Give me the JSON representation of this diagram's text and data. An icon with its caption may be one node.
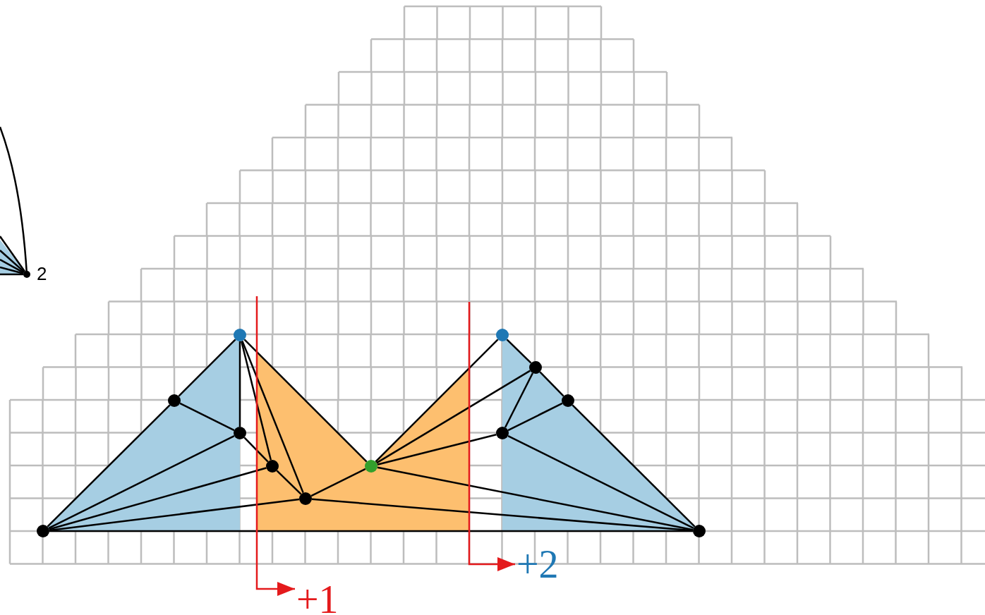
{
  "diagram": {
    "nodes": [
      {
        "text": [],
        "shape": "circle",
        "beside": [
          "2"
        ]
      },
      {
        "text": [],
        "shape": "circle"
      },
      {
        "text": [],
        "shape": "circle"
      },
      {
        "text": [],
        "shape": "circle"
      },
      {
        "text": [],
        "shape": "circle"
      },
      {
        "text": [],
        "shape": "circle"
      },
      {
        "text": [],
        "shape": "circle"
      },
      {
        "text": [],
        "shape": "circle"
      },
      {
        "text": [],
        "shape": "circle"
      },
      {
        "text": [],
        "shape": "circle"
      },
      {
        "text": [],
        "shape": "circle"
      },
      {
        "text": [],
        "shape": "circle"
      },
      {
        "text": [],
        "shape": "circle"
      },
      {
        "text": [
          "+2"
        ]
      },
      {
        "text": [
          "+1"
        ]
      }
    ],
    "edges": [
      {
        "from": 11,
        "to": 12,
        "arrow": "none"
      },
      {
        "from": 11,
        "to": 4,
        "arrow": "none"
      },
      {
        "from": 4,
        "to": 1,
        "arrow": "none"
      },
      {
        "from": 1,
        "to": 6,
        "arrow": "none"
      },
      {
        "from": 4,
        "to": 6,
        "arrow": "none"
      },
      {
        "from": 11,
        "to": 6,
        "arrow": "none"
      },
      {
        "from": 11,
        "to": 8,
        "arrow": "none"
      },
      {
        "from": 11,
        "to": 10,
        "arrow": "none"
      },
      {
        "from": 6,
        "to": 8,
        "arrow": "none"
      },
      {
        "from": 8,
        "to": 10,
        "arrow": "none"
      },
      {
        "from": 1,
        "to": 8,
        "arrow": "none"
      },
      {
        "from": 1,
        "to": 10,
        "arrow": "none"
      },
      {
        "from": 1,
        "to": 9,
        "arrow": "none"
      },
      {
        "from": 10,
        "to": 9,
        "arrow": "none"
      },
      {
        "from": 10,
        "to": 12,
        "arrow": "none"
      },
      {
        "from": 9,
        "to": 2,
        "arrow": "none"
      },
      {
        "from": 9,
        "to": 3,
        "arrow": "none"
      },
      {
        "from": 9,
        "to": 7,
        "arrow": "none"
      },
      {
        "from": 9,
        "to": 12,
        "arrow": "none"
      },
      {
        "from": 2,
        "to": 3,
        "arrow": "none"
      },
      {
        "from": 3,
        "to": 5,
        "arrow": "none"
      },
      {
        "from": 5,
        "to": 12,
        "arrow": "none"
      },
      {
        "from": 3,
        "to": 7,
        "arrow": "none"
      },
      {
        "from": 5,
        "to": 7,
        "arrow": "none"
      },
      {
        "from": 7,
        "to": 12,
        "arrow": "none"
      },
      {
        "from": null,
        "to": 0,
        "arrow": "none"
      },
      {
        "from": null,
        "to": 0,
        "arrow": "none"
      },
      {
        "from": null,
        "to": 0,
        "arrow": "none"
      },
      {
        "from": null,
        "to": 0,
        "arrow": "none"
      },
      {
        "from": null,
        "to": 0,
        "arrow": "none"
      },
      {
        "from": null,
        "to": 0,
        "arrow": "none"
      },
      {
        "from": null,
        "to": 14,
        "arrow": "to",
        "color": "#e41a1c"
      },
      {
        "from": null,
        "to": 13,
        "arrow": "to",
        "color": "#e41a1c"
      }
    ]
  }
}
